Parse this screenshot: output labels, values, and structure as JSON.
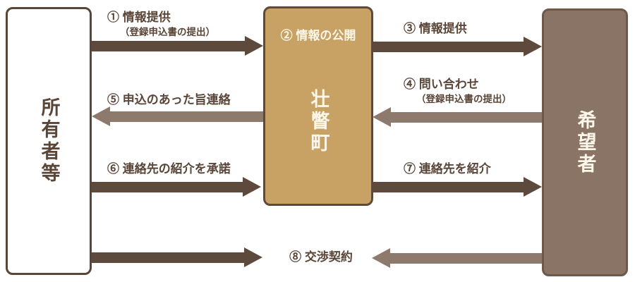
{
  "palette": {
    "dark_arrow": "#5e4a3c",
    "light_arrow": "#8e7a6c",
    "town_box_fill": "#c8a164",
    "applicant_box_fill": "#8a7466",
    "outline_brown": "#5a4639",
    "label_text": "#5a4639",
    "box_light_text": "#fdf7ea"
  },
  "boxes": {
    "owner": {
      "label": "所有者等"
    },
    "town": {
      "label": "壮瞥町",
      "header": "② 情報の公開"
    },
    "applicant": {
      "label": "希望者"
    }
  },
  "arrows": {
    "a1": {
      "label": "① 情報提供",
      "sublabel": "（登録申込書の提出）",
      "from": "所有者等",
      "to": "壮瞥町",
      "tone": "dark"
    },
    "a2": {
      "label": "② 情報の公開",
      "from": "壮瞥町",
      "to": "壮瞥町",
      "tone": "none"
    },
    "a3": {
      "label": "③ 情報提供",
      "from": "壮瞥町",
      "to": "希望者",
      "tone": "dark"
    },
    "a4": {
      "label": "④ 問い合わせ",
      "sublabel": "（登録申込書の提出）",
      "from": "希望者",
      "to": "壮瞥町",
      "tone": "light"
    },
    "a5": {
      "label": "⑤ 申込のあった旨連絡",
      "from": "壮瞥町",
      "to": "所有者等",
      "tone": "light"
    },
    "a6": {
      "label": "⑥ 連絡先の紹介を承諾",
      "from": "所有者等",
      "to": "壮瞥町",
      "tone": "dark"
    },
    "a7": {
      "label": "⑦ 連絡先を紹介",
      "from": "壮瞥町",
      "to": "希望者",
      "tone": "dark"
    },
    "a8": {
      "label": "⑧ 交渉契約",
      "from": "所有者等",
      "to": "希望者",
      "tone": "dark-left-light-right"
    }
  }
}
